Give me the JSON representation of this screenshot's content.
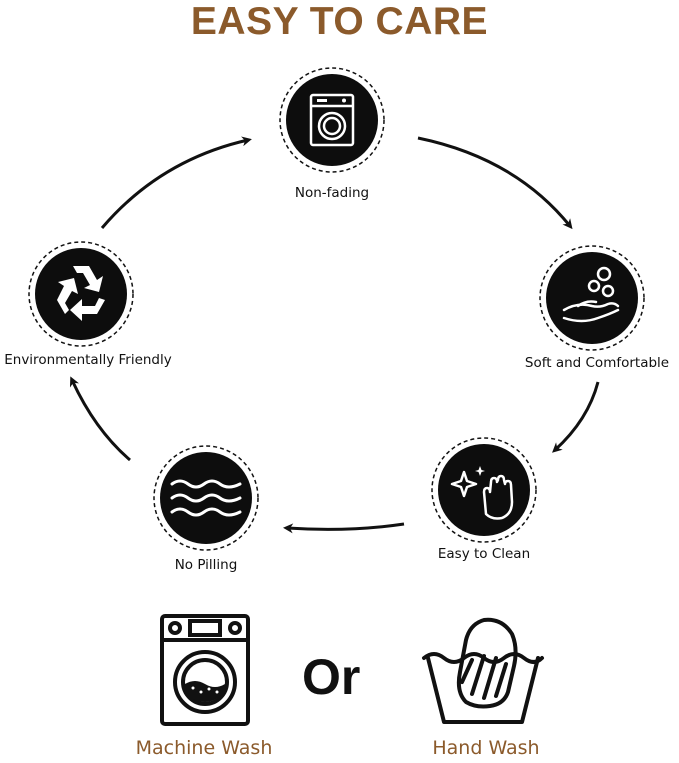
{
  "title": "EASY TO CARE",
  "colors": {
    "brand_brown": "#8B5A2B",
    "badge_black": "#0d0d0d",
    "ink": "#111111"
  },
  "features": [
    {
      "label": "Non-fading",
      "icon": "washing-machine-icon"
    },
    {
      "label": "Soft and Comfortable",
      "icon": "soft-hand-bubbles-icon"
    },
    {
      "label": "Easy to Clean",
      "icon": "sparkle-hand-icon"
    },
    {
      "label": "No Pilling",
      "icon": "waves-icon"
    },
    {
      "label": "Environmentally Friendly",
      "icon": "recycle-icon"
    }
  ],
  "wash": {
    "machine_label": "Machine Wash",
    "hand_label": "Hand Wash",
    "or_text": "Or"
  }
}
